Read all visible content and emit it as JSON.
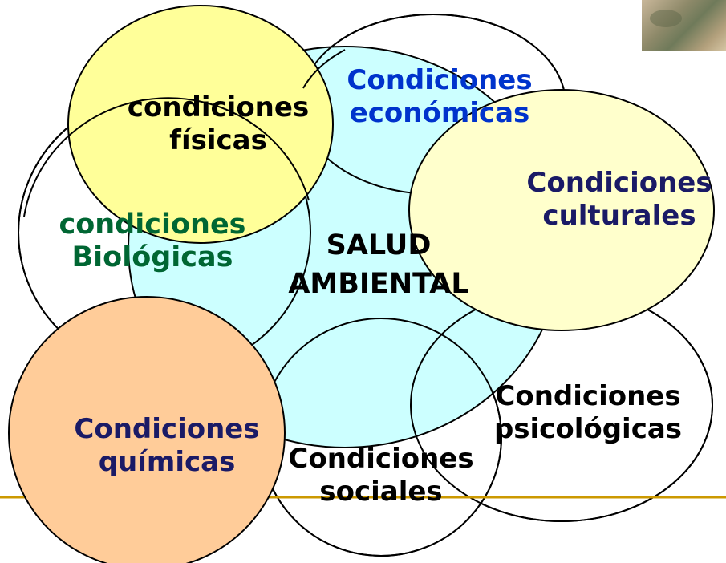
{
  "center": {
    "line1": "SALUD",
    "line2": "AMBIENTAL"
  },
  "conditions": {
    "fisicas": {
      "line1": "condiciones",
      "line2": "físicas"
    },
    "economicas": {
      "line1": "Condiciones",
      "line2": "económicas"
    },
    "culturales": {
      "line1": "Condiciones",
      "line2": "culturales"
    },
    "biologicas": {
      "line1": "condiciones",
      "line2": "Biológicas"
    },
    "quimicas": {
      "line1": "Condiciones",
      "line2": "químicas"
    },
    "sociales": {
      "line1": "Condiciones",
      "line2": "sociales"
    },
    "psicologicas": {
      "line1": "Condiciones",
      "line2": "psicológicas"
    }
  },
  "colors": {
    "center_fill": "#ccffff",
    "fisicas_fill": "#ffff99",
    "culturales_fill": "#ffffcc",
    "quimicas_fill": "#ffcc99",
    "economicas_text": "#0033cc",
    "biologicas_text": "#006633",
    "dark_blue_text": "#1a1a66",
    "black_text": "#000000",
    "accent_line": "#cc9900"
  }
}
